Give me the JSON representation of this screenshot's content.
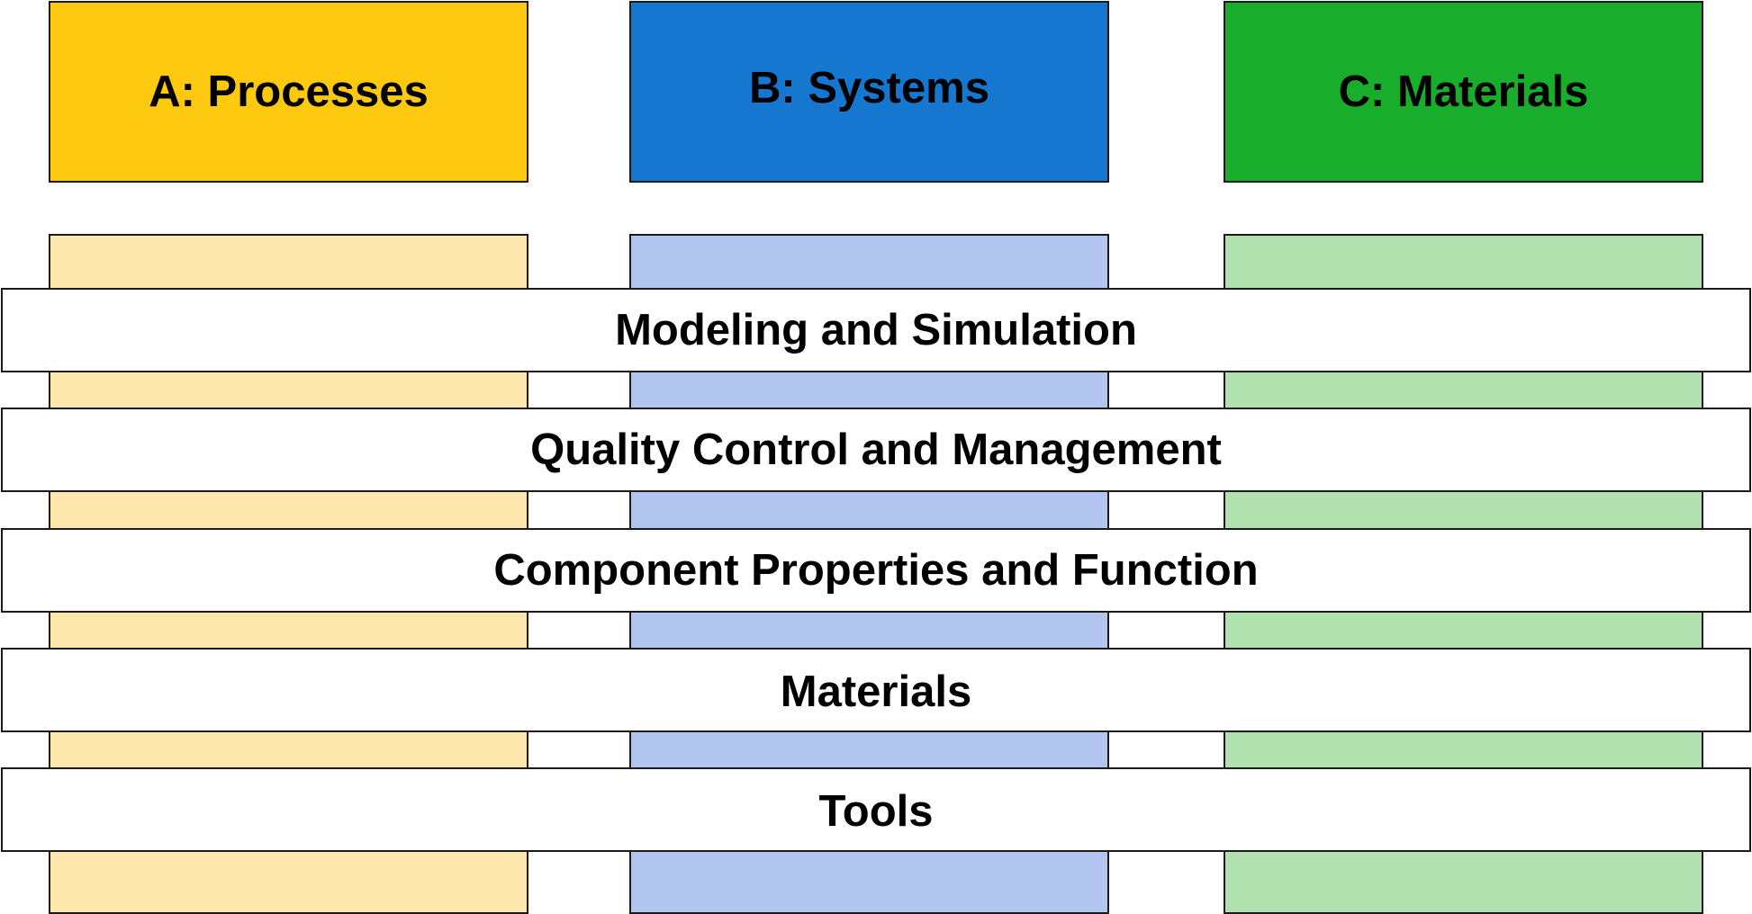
{
  "columns": [
    {
      "header": "A: Processes",
      "header_color": "#fcc90f",
      "column_color": "#fee8ae"
    },
    {
      "header": "B: Systems",
      "header_color": "#1577cf",
      "column_color": "#b2c5ef"
    },
    {
      "header": "C: Materials",
      "header_color": "#18ae2b",
      "column_color": "#b0e1ae"
    }
  ],
  "bands": [
    "Modeling and Simulation",
    "Quality Control and Management",
    "Component Properties and Function",
    "Materials",
    "Tools"
  ]
}
